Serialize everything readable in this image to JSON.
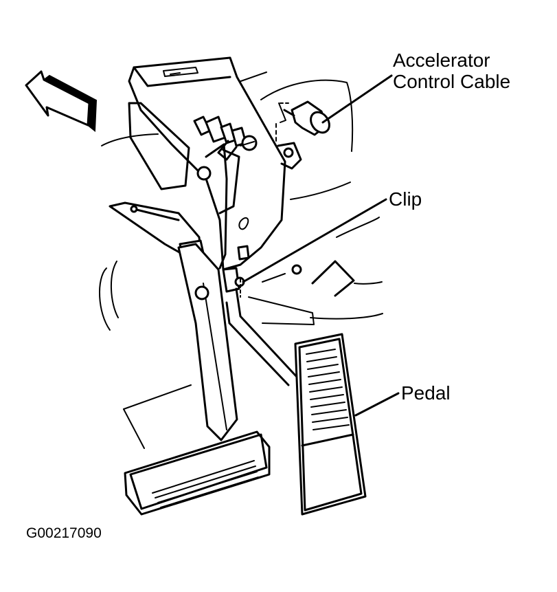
{
  "callouts": {
    "accelerator_cable_line1": "Accelerator",
    "accelerator_cable_line2": "Control Cable",
    "clip": "Clip",
    "pedal": "Pedal"
  },
  "figure_id": "G00217090",
  "icons": {
    "direction_arrow": "forward-arrow-icon"
  },
  "colors": {
    "ink": "#000000",
    "paper": "#ffffff"
  }
}
